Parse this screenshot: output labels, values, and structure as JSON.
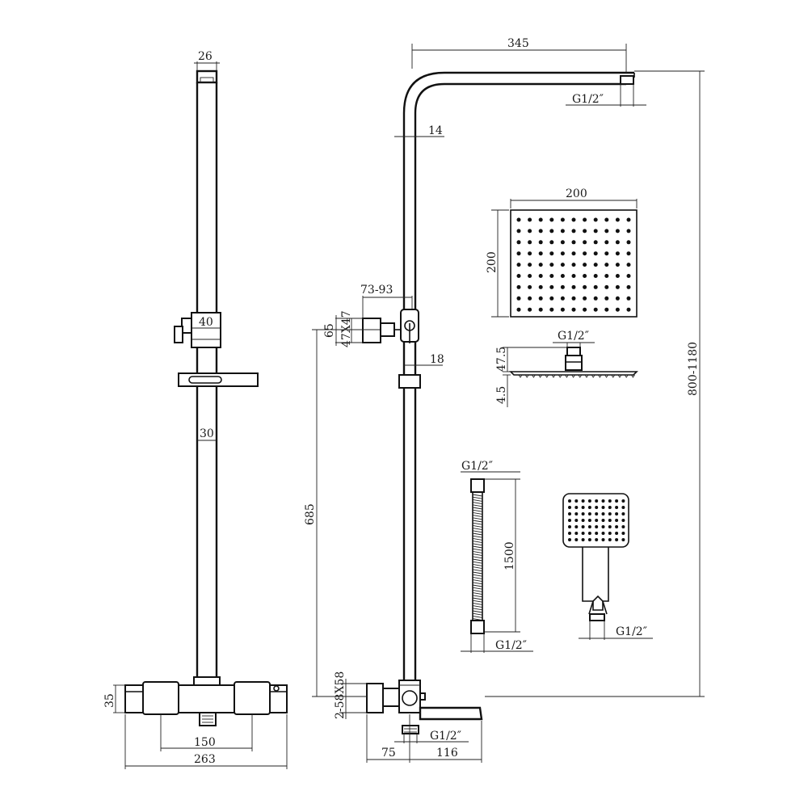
{
  "colors": {
    "line": "#111111",
    "background": "#ffffff"
  },
  "front_view": {
    "top_width": "26",
    "valve_body_width": "40",
    "rail_width": "30",
    "mixer_height": "35",
    "inlet_centers": "150",
    "mixer_width": "263"
  },
  "side_view": {
    "arm_reach": "345",
    "arm_thread": "G1/2″",
    "pipe_offset": "14",
    "arm_adjust": "73-93",
    "bracket_size": "47X47",
    "bracket_height": "65",
    "rail_offset": "18",
    "height_range": "800-1180",
    "lower_height": "685",
    "inlet_fittings": "2-58X58",
    "spout_thread": "G1/2″",
    "offset_left": "75",
    "spout_length": "116"
  },
  "rain_head": {
    "width": "200",
    "height": "200",
    "thread": "G1/2″",
    "connector_height": "47.5",
    "plate_thickness": "4.5"
  },
  "hose": {
    "top_thread": "G1/2″",
    "length": "1500",
    "bottom_thread": "G1/2″"
  },
  "hand_shower": {
    "thread": "G1/2″"
  }
}
